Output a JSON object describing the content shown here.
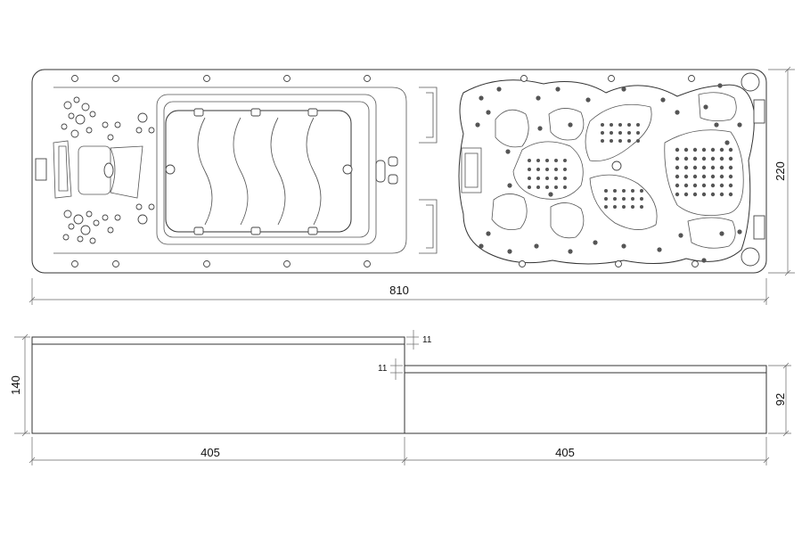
{
  "dimensions": {
    "top_length": "810",
    "top_width": "220",
    "side_height_left": "140",
    "side_height_right": "92",
    "left_length": "405",
    "right_length": "405",
    "rim_thickness_top": "11",
    "rim_thickness_step": "11"
  },
  "colors": {
    "line": "#333333",
    "background": "#ffffff"
  }
}
